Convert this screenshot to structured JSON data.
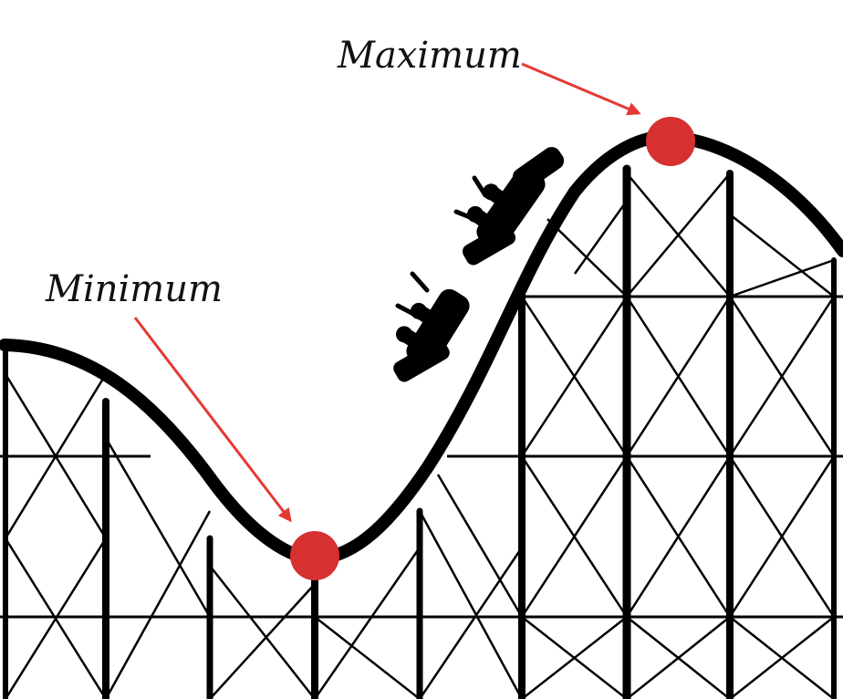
{
  "labels": {
    "maximum": "Maximum",
    "minimum": "Minimum"
  },
  "colors": {
    "background": "#ffffff",
    "structure": "#000000",
    "track": "#000000",
    "marker": "#d63031",
    "arrow": "#e53935",
    "text": "#111111"
  },
  "icons": {
    "ride_cars": "roller-coaster-cars-with-riders"
  }
}
